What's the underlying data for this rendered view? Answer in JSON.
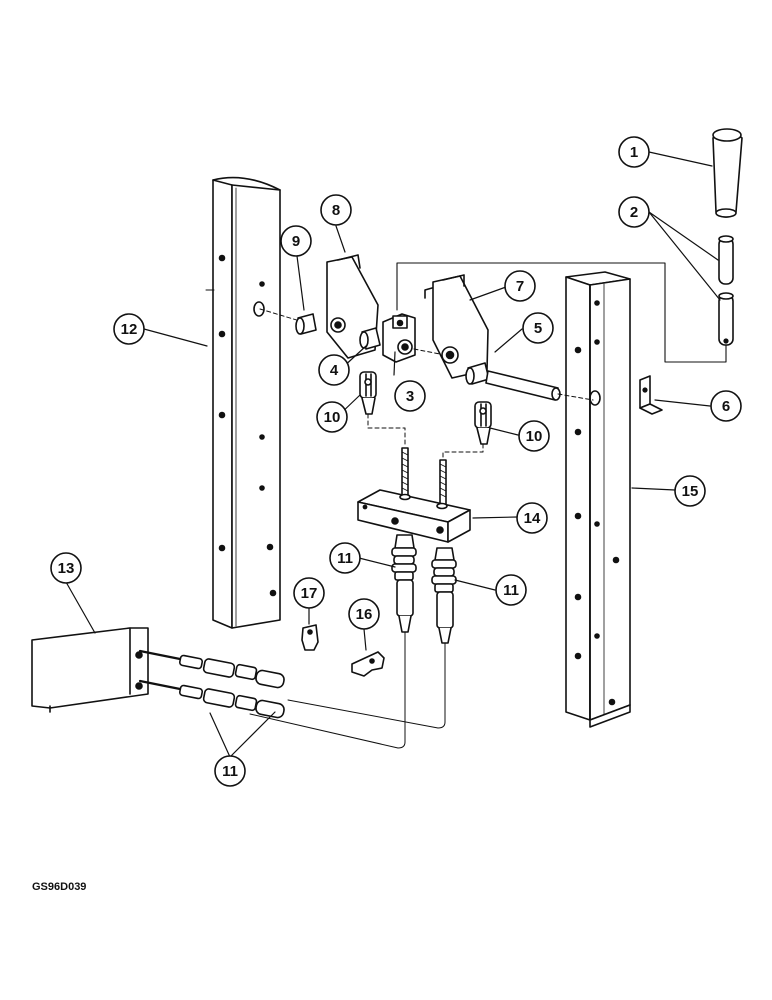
{
  "figure_code": "GS96D039",
  "callouts": [
    "1",
    "2",
    "3",
    "4",
    "5",
    "6",
    "7",
    "8",
    "9",
    "10",
    "10",
    "11",
    "11",
    "11",
    "12",
    "13",
    "14",
    "15",
    "16",
    "17"
  ],
  "colors": {
    "ink": "#111111",
    "paper": "#ffffff",
    "shade": "#d9d9d9"
  }
}
